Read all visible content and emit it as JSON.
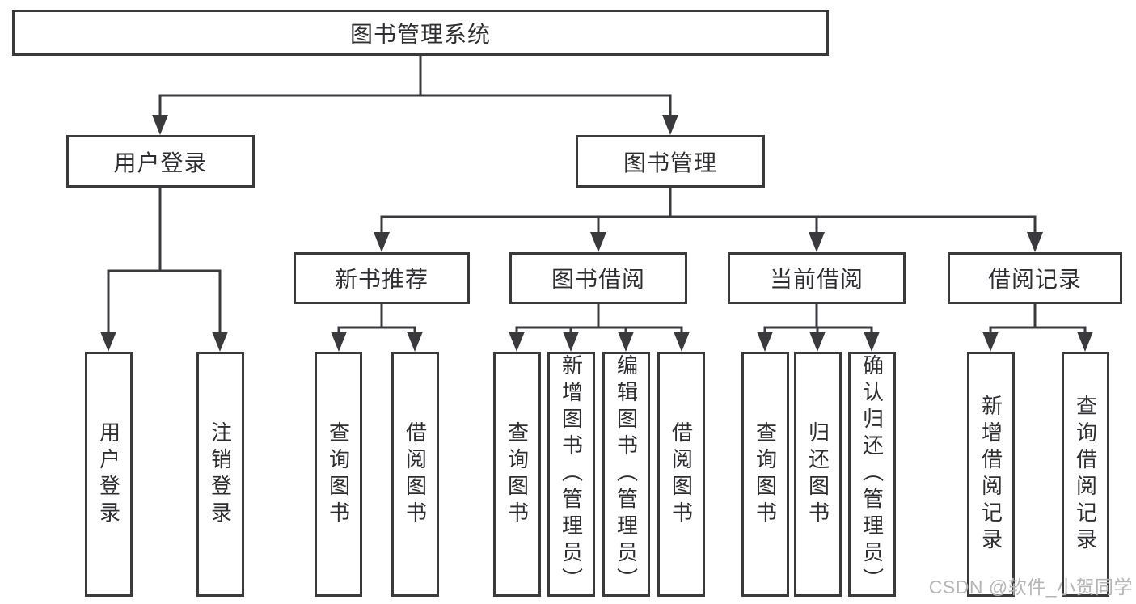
{
  "tree": {
    "label": "图书管理系统",
    "children": [
      {
        "label": "用户登录",
        "children": [
          {
            "label": "用户登录"
          },
          {
            "label": "注销登录"
          }
        ]
      },
      {
        "label": "图书管理",
        "children": [
          {
            "label": "新书推荐",
            "children": [
              {
                "label": "查询图书"
              },
              {
                "label": "借阅图书"
              }
            ]
          },
          {
            "label": "图书借阅",
            "children": [
              {
                "label": "查询图书"
              },
              {
                "label": "新增图书（管理员）"
              },
              {
                "label": "编辑图书（管理员）"
              },
              {
                "label": "借阅图书"
              }
            ]
          },
          {
            "label": "当前借阅",
            "children": [
              {
                "label": "查询图书"
              },
              {
                "label": "归还图书"
              },
              {
                "label": "确认归还（管理员）"
              }
            ]
          },
          {
            "label": "借阅记录",
            "children": [
              {
                "label": "新增借阅记录"
              },
              {
                "label": "查询借阅记录"
              }
            ]
          }
        ]
      }
    ]
  },
  "watermark": "CSDN @软件_小贺同学",
  "colors": {
    "line": "#3a3a3c",
    "text": "#2e2e30",
    "watermark": "#b5b5b5",
    "background": "#ffffff"
  }
}
